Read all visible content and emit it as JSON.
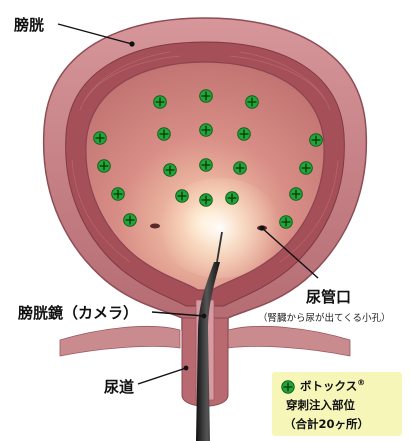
{
  "labels": {
    "bladder": "膀胱",
    "urethral_orifice": "尿管口",
    "urethral_orifice_note": "（腎臓から尿が出てくる小孔）",
    "cystoscope": "膀胱鏡（カメラ）",
    "urethra": "尿道"
  },
  "legend": {
    "title": "ボトックス",
    "registered_mark": "®",
    "line2": "穿刺注入部位",
    "line3": "（合計20ヶ所）"
  },
  "injection_sites": {
    "count": 20,
    "marker_color": "#22a637"
  },
  "colors": {
    "tissue": "#a8575c",
    "interior": "#cf8a83",
    "legend_bg": "#f5f6b8",
    "scope": "#222222"
  }
}
